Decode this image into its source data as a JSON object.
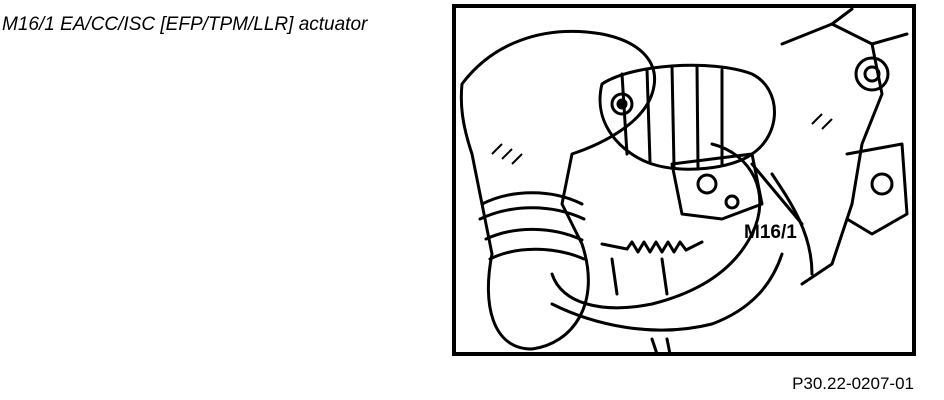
{
  "caption": "M16/1 EA/CC/ISC [EFP/TPM/LLR] actuator",
  "figure": {
    "callout_label": "M16/1"
  },
  "reference_code": "P30.22-0207-01",
  "colors": {
    "ink": "#000000",
    "paper": "#ffffff"
  }
}
